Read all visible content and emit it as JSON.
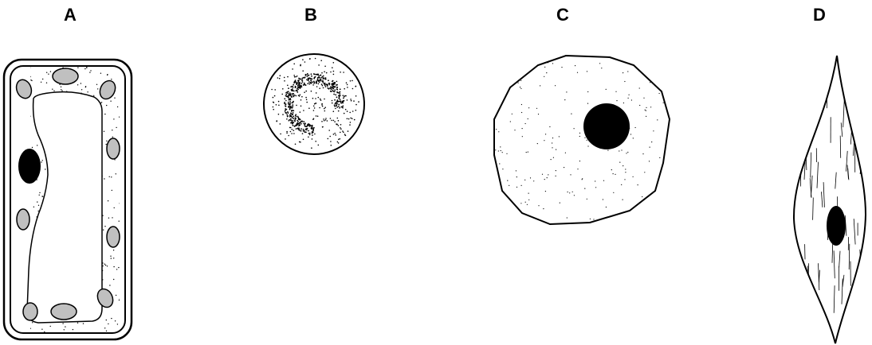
{
  "figure": {
    "panels": [
      {
        "id": "A",
        "label": "A"
      },
      {
        "id": "B",
        "label": "B"
      },
      {
        "id": "C",
        "label": "C"
      },
      {
        "id": "D",
        "label": "D"
      }
    ]
  }
}
